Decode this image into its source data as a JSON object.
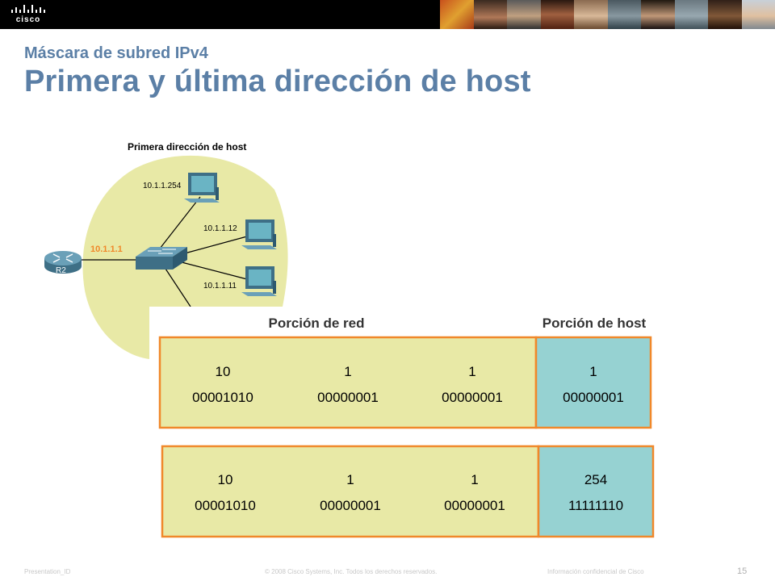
{
  "header": {
    "logo_text": "cisco",
    "subtitle": "Máscara de subred IPv4",
    "title": "Primera y última dirección de host"
  },
  "topology": {
    "label": "Primera dirección de host",
    "router_name": "R2",
    "router_ip": "10.1.1.1",
    "hosts": [
      "10.1.1.254",
      "10.1.1.12",
      "10.1.1.11"
    ]
  },
  "headers": {
    "network": "Porción de red",
    "host": "Porción de host"
  },
  "first_address": {
    "decimal": [
      "10",
      "1",
      "1",
      "1"
    ],
    "binary": [
      "00001010",
      "00000001",
      "00000001",
      "00000001"
    ]
  },
  "last_address": {
    "decimal": [
      "10",
      "1",
      "1",
      "254"
    ],
    "binary": [
      "00001010",
      "00000001",
      "00000001",
      "11111110"
    ]
  },
  "footer": {
    "left": "Presentation_ID",
    "center": "© 2008 Cisco Systems, Inc. Todos los derechos reservados.",
    "right": "Información confidencial de Cisco",
    "page": "15"
  },
  "colors": {
    "title": "#5b7fa6",
    "network_fill": "#e8e9a6",
    "host_fill": "#96d2d2",
    "border": "#f0882a",
    "ip_highlight": "#f0882a"
  }
}
